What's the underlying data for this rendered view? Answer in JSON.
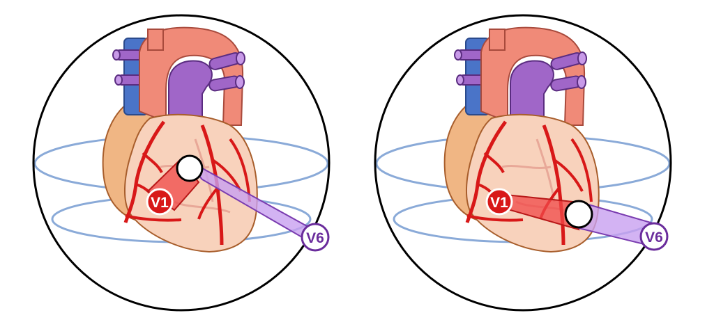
{
  "panels": [
    {
      "v1_label": "V1",
      "v6_label": "V6"
    },
    {
      "v1_label": "V1",
      "v6_label": "V6"
    }
  ],
  "colors": {
    "sphere_outline": "#000000",
    "horizontal_plane": "#8aaad8",
    "aorta": "#f08a78",
    "pulmonary_artery": "#a066c8",
    "superior_vena_cava": "#4a74c8",
    "myocardium": "#f8d2bc",
    "right_atrium": "#f0b684",
    "coronary_artery": "#d81818",
    "v1_beam": "#f04848",
    "v6_beam": "#c8a0f0",
    "v1_badge": "#d81818",
    "v6_badge": "#6a2c9c"
  }
}
